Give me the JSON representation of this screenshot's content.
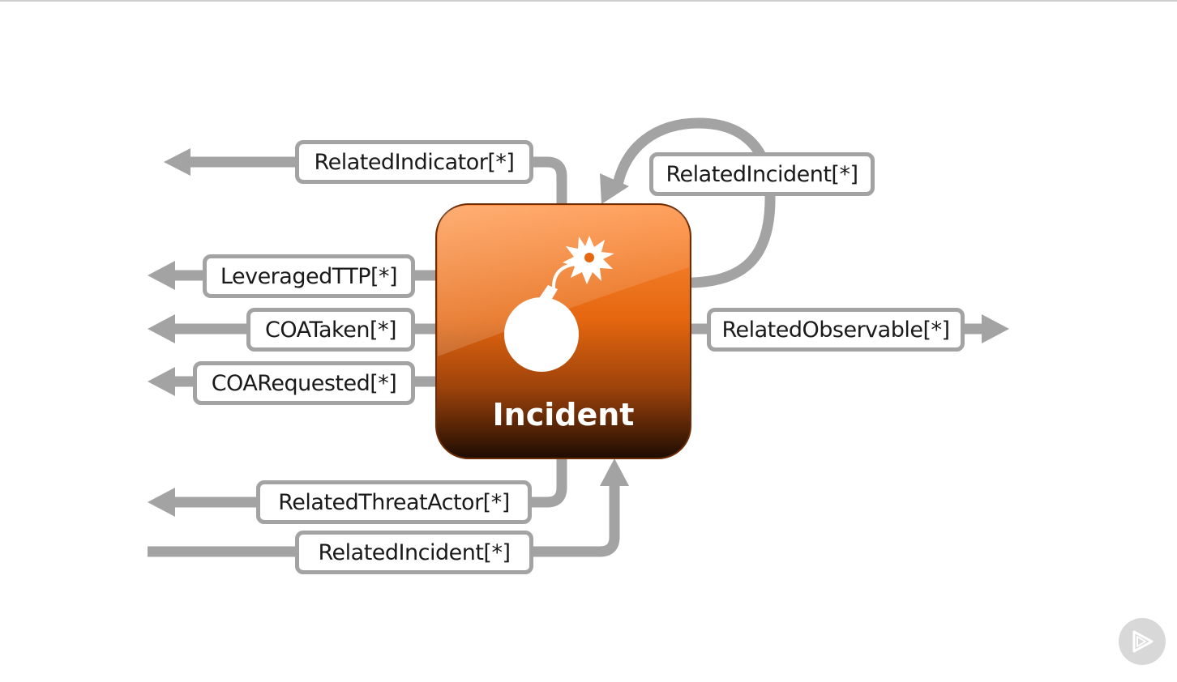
{
  "center_node": {
    "label": "Incident",
    "icon": "bomb-icon"
  },
  "relations": {
    "related_indicator": "RelatedIndicator[*]",
    "related_incident_self": "RelatedIncident[*]",
    "leveraged_ttp": "LeveragedTTP[*]",
    "coa_taken": "COATaken[*]",
    "coa_requested": "COARequested[*]",
    "related_observable": "RelatedObservable[*]",
    "related_threat_actor": "RelatedThreatActor[*]",
    "related_incident_incoming": "RelatedIncident[*]"
  },
  "colors": {
    "connector": "#a3a3a3",
    "node_top": "#ff8a3a",
    "node_mid": "#e0620f",
    "node_bottom": "#1e0c02"
  },
  "player": {
    "icon": "play-icon"
  }
}
